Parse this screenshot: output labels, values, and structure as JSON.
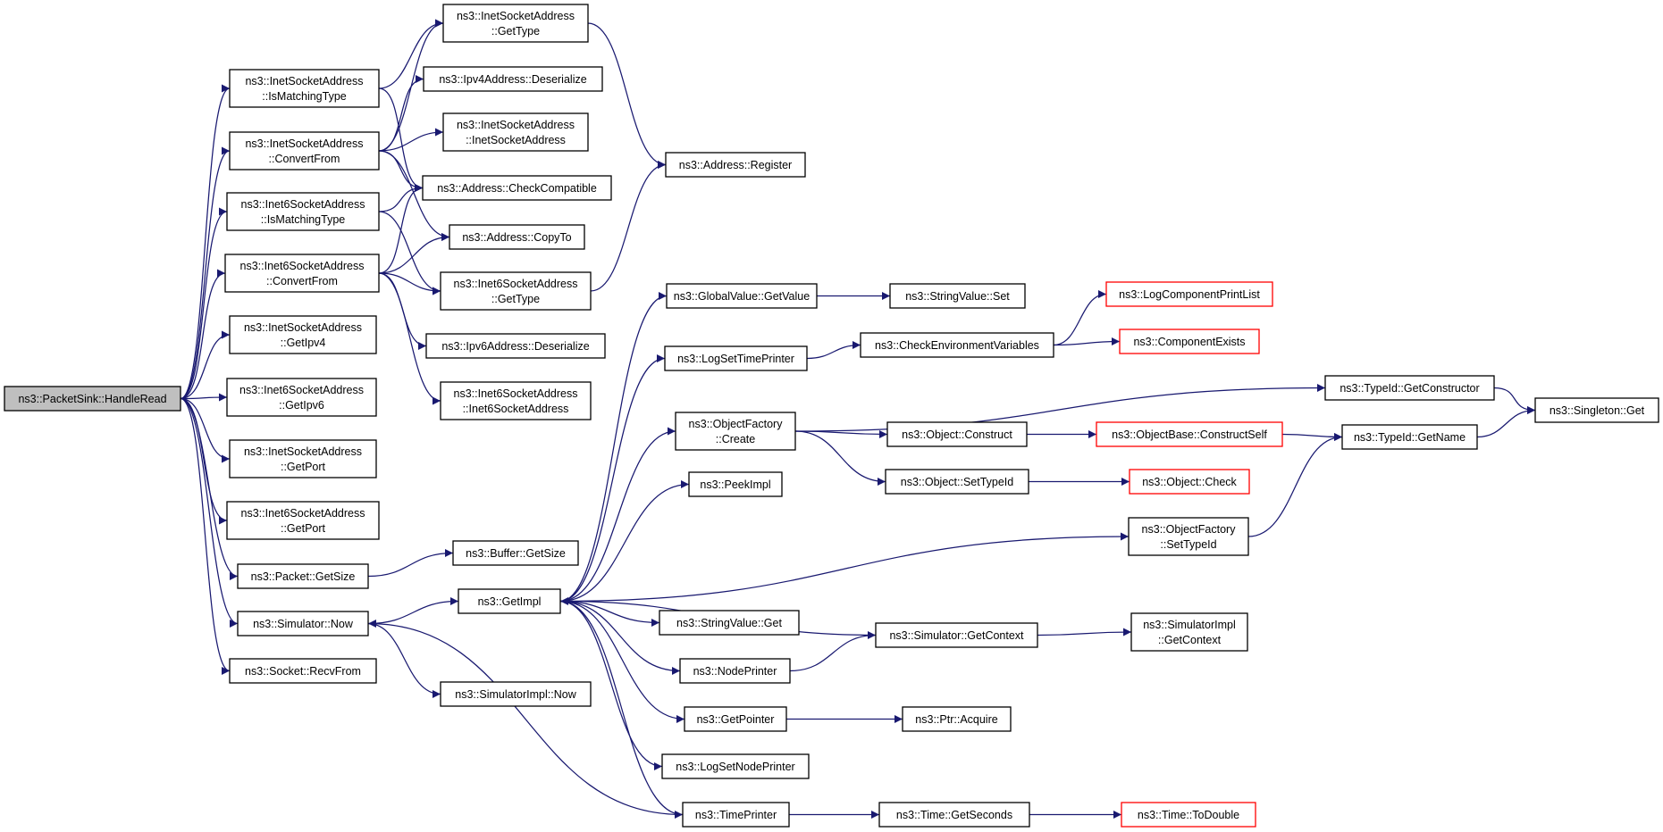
{
  "graph": {
    "colors": {
      "edge": "#191970",
      "node_border": "#000000",
      "truncated_border": "#ff0000",
      "root_fill": "#bfbfbf"
    },
    "nodes": {
      "handleread": {
        "lines": [
          "ns3::PacketSink::HandleRead"
        ],
        "root": true
      },
      "inet_ismatching": {
        "lines": [
          "ns3::InetSocketAddress",
          "::IsMatchingType"
        ]
      },
      "inet_convertfrom": {
        "lines": [
          "ns3::InetSocketAddress",
          "::ConvertFrom"
        ]
      },
      "inet6_ismatching": {
        "lines": [
          "ns3::Inet6SocketAddress",
          "::IsMatchingType"
        ]
      },
      "inet6_convertfrom": {
        "lines": [
          "ns3::Inet6SocketAddress",
          "::ConvertFrom"
        ]
      },
      "inet_getipv4": {
        "lines": [
          "ns3::InetSocketAddress",
          "::GetIpv4"
        ]
      },
      "inet6_getipv6": {
        "lines": [
          "ns3::Inet6SocketAddress",
          "::GetIpv6"
        ]
      },
      "inet_getport": {
        "lines": [
          "ns3::InetSocketAddress",
          "::GetPort"
        ]
      },
      "inet6_getport": {
        "lines": [
          "ns3::Inet6SocketAddress",
          "::GetPort"
        ]
      },
      "packet_getsize": {
        "lines": [
          "ns3::Packet::GetSize"
        ]
      },
      "simulator_now": {
        "lines": [
          "ns3::Simulator::Now"
        ]
      },
      "socket_recvfrom": {
        "lines": [
          "ns3::Socket::RecvFrom"
        ]
      },
      "inet_gettype": {
        "lines": [
          "ns3::InetSocketAddress",
          "::GetType"
        ]
      },
      "ipv4_deserialize": {
        "lines": [
          "ns3::Ipv4Address::Deserialize"
        ]
      },
      "inet_ctor": {
        "lines": [
          "ns3::InetSocketAddress",
          "::InetSocketAddress"
        ]
      },
      "addr_checkcompat": {
        "lines": [
          "ns3::Address::CheckCompatible"
        ]
      },
      "addr_copyto": {
        "lines": [
          "ns3::Address::CopyTo"
        ]
      },
      "inet6_gettype": {
        "lines": [
          "ns3::Inet6SocketAddress",
          "::GetType"
        ]
      },
      "ipv6_deserialize": {
        "lines": [
          "ns3::Ipv6Address::Deserialize"
        ]
      },
      "inet6_ctor": {
        "lines": [
          "ns3::Inet6SocketAddress",
          "::Inet6SocketAddress"
        ]
      },
      "buffer_getsize": {
        "lines": [
          "ns3::Buffer::GetSize"
        ]
      },
      "getimpl": {
        "lines": [
          "ns3::GetImpl"
        ]
      },
      "simimpl_now": {
        "lines": [
          "ns3::SimulatorImpl::Now"
        ]
      },
      "addr_register": {
        "lines": [
          "ns3::Address::Register"
        ]
      },
      "global_getvalue": {
        "lines": [
          "ns3::GlobalValue::GetValue"
        ]
      },
      "logsettimeprinter": {
        "lines": [
          "ns3::LogSetTimePrinter"
        ]
      },
      "objfactory_create": {
        "lines": [
          "ns3::ObjectFactory",
          "::Create"
        ]
      },
      "peekimpl": {
        "lines": [
          "ns3::PeekImpl"
        ]
      },
      "stringvalue_get": {
        "lines": [
          "ns3::StringValue::Get"
        ]
      },
      "nodeprinter": {
        "lines": [
          "ns3::NodePrinter"
        ]
      },
      "getpointer": {
        "lines": [
          "ns3::GetPointer"
        ]
      },
      "logsetnodeprinter": {
        "lines": [
          "ns3::LogSetNodePrinter"
        ]
      },
      "timeprinter": {
        "lines": [
          "ns3::TimePrinter"
        ]
      },
      "stringvalue_set": {
        "lines": [
          "ns3::StringValue::Set"
        ]
      },
      "checkenv": {
        "lines": [
          "ns3::CheckEnvironmentVariables"
        ]
      },
      "object_construct": {
        "lines": [
          "ns3::Object::Construct"
        ]
      },
      "object_settypeid": {
        "lines": [
          "ns3::Object::SetTypeId"
        ]
      },
      "objfactory_settypeid": {
        "lines": [
          "ns3::ObjectFactory",
          "::SetTypeId"
        ]
      },
      "sim_getcontext": {
        "lines": [
          "ns3::Simulator::GetContext"
        ]
      },
      "ptr_acquire": {
        "lines": [
          "ns3::Ptr::Acquire"
        ]
      },
      "time_getseconds": {
        "lines": [
          "ns3::Time::GetSeconds"
        ]
      },
      "logcomponentprintlist": {
        "lines": [
          "ns3::LogComponentPrintList"
        ],
        "truncated": true
      },
      "componentexists": {
        "lines": [
          "ns3::ComponentExists"
        ],
        "truncated": true
      },
      "typeid_getconstructor": {
        "lines": [
          "ns3::TypeId::GetConstructor"
        ]
      },
      "objectbase_constructself": {
        "lines": [
          "ns3::ObjectBase::ConstructSelf"
        ],
        "truncated": true
      },
      "object_check": {
        "lines": [
          "ns3::Object::Check"
        ],
        "truncated": true
      },
      "simimpl_getcontext": {
        "lines": [
          "ns3::SimulatorImpl",
          "::GetContext"
        ]
      },
      "time_todouble": {
        "lines": [
          "ns3::Time::ToDouble"
        ],
        "truncated": true
      },
      "typeid_getname": {
        "lines": [
          "ns3::TypeId::GetName"
        ]
      },
      "singleton_get": {
        "lines": [
          "ns3::Singleton::Get"
        ]
      }
    },
    "edges": [
      [
        "handleread",
        "inet_ismatching"
      ],
      [
        "handleread",
        "inet_convertfrom"
      ],
      [
        "handleread",
        "inet6_ismatching"
      ],
      [
        "handleread",
        "inet6_convertfrom"
      ],
      [
        "handleread",
        "inet_getipv4"
      ],
      [
        "handleread",
        "inet6_getipv6"
      ],
      [
        "handleread",
        "inet_getport"
      ],
      [
        "handleread",
        "inet6_getport"
      ],
      [
        "handleread",
        "packet_getsize"
      ],
      [
        "handleread",
        "simulator_now"
      ],
      [
        "handleread",
        "socket_recvfrom"
      ],
      [
        "inet_ismatching",
        "inet_gettype"
      ],
      [
        "inet_ismatching",
        "addr_checkcompat"
      ],
      [
        "inet_convertfrom",
        "inet_gettype"
      ],
      [
        "inet_convertfrom",
        "ipv4_deserialize"
      ],
      [
        "inet_convertfrom",
        "inet_ctor"
      ],
      [
        "inet_convertfrom",
        "addr_checkcompat"
      ],
      [
        "inet_convertfrom",
        "addr_copyto"
      ],
      [
        "inet6_ismatching",
        "addr_checkcompat"
      ],
      [
        "inet6_ismatching",
        "inet6_gettype"
      ],
      [
        "inet6_convertfrom",
        "addr_checkcompat"
      ],
      [
        "inet6_convertfrom",
        "addr_copyto"
      ],
      [
        "inet6_convertfrom",
        "inet6_gettype"
      ],
      [
        "inet6_convertfrom",
        "ipv6_deserialize"
      ],
      [
        "inet6_convertfrom",
        "inet6_ctor"
      ],
      [
        "inet_gettype",
        "addr_register"
      ],
      [
        "inet6_gettype",
        "addr_register"
      ],
      [
        "packet_getsize",
        "buffer_getsize"
      ],
      [
        "simulator_now",
        "getimpl"
      ],
      [
        "simulator_now",
        "simimpl_now"
      ],
      [
        "getimpl",
        "global_getvalue"
      ],
      [
        "getimpl",
        "logsettimeprinter"
      ],
      [
        "getimpl",
        "objfactory_create"
      ],
      [
        "getimpl",
        "peekimpl"
      ],
      [
        "getimpl",
        "objfactory_settypeid"
      ],
      [
        "getimpl",
        "stringvalue_get"
      ],
      [
        "getimpl",
        "nodeprinter"
      ],
      [
        "getimpl",
        "getpointer"
      ],
      [
        "getimpl",
        "logsetnodeprinter"
      ],
      [
        "getimpl",
        "timeprinter"
      ],
      [
        "global_getvalue",
        "stringvalue_set"
      ],
      [
        "logsettimeprinter",
        "checkenv"
      ],
      [
        "checkenv",
        "logcomponentprintlist"
      ],
      [
        "checkenv",
        "componentexists"
      ],
      [
        "objfactory_create",
        "typeid_getconstructor"
      ],
      [
        "objfactory_create",
        "object_construct"
      ],
      [
        "objfactory_create",
        "object_settypeid"
      ],
      [
        "object_construct",
        "objectbase_constructself"
      ],
      [
        "objectbase_constructself",
        "typeid_getname"
      ],
      [
        "object_settypeid",
        "object_check"
      ],
      [
        "objfactory_settypeid",
        "typeid_getname"
      ],
      [
        "typeid_getconstructor",
        "singleton_get"
      ],
      [
        "typeid_getname",
        "singleton_get"
      ],
      [
        "nodeprinter",
        "sim_getcontext"
      ],
      [
        "sim_getcontext",
        "getimpl"
      ],
      [
        "sim_getcontext",
        "simimpl_getcontext"
      ],
      [
        "getpointer",
        "ptr_acquire"
      ],
      [
        "timeprinter",
        "time_getseconds"
      ],
      [
        "timeprinter",
        "simulator_now"
      ],
      [
        "time_getseconds",
        "time_todouble"
      ]
    ]
  }
}
